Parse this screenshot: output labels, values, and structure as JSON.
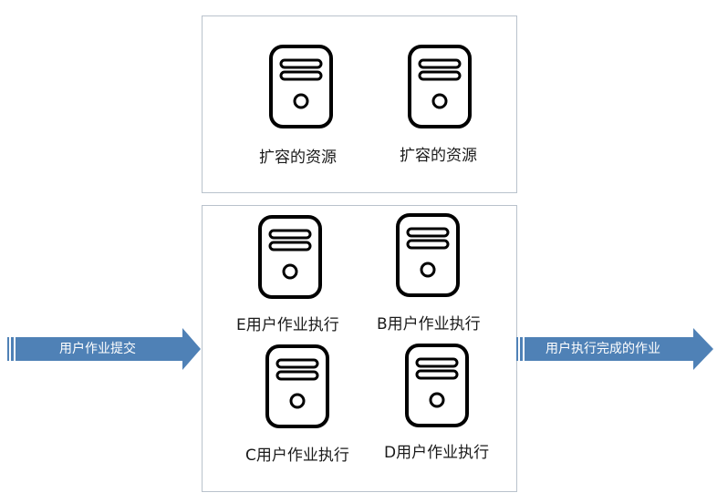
{
  "colors": {
    "arrow_fill": "#4f81b6",
    "box_border": "#b9c2cc",
    "server_stroke": "#000000"
  },
  "top_group": {
    "servers": [
      {
        "label": "扩容的资源",
        "icon": "server-icon"
      },
      {
        "label": "扩容的资源",
        "icon": "server-icon"
      }
    ]
  },
  "bottom_group": {
    "servers": [
      {
        "label": "E用户作业执行",
        "icon": "server-icon"
      },
      {
        "label": "B用户作业执行",
        "icon": "server-icon"
      },
      {
        "label": "C用户作业执行",
        "icon": "server-icon"
      },
      {
        "label": "D用户作业执行",
        "icon": "server-icon"
      }
    ]
  },
  "arrows": {
    "input": {
      "label": "用户作业提交"
    },
    "output": {
      "label": "用户执行完成的作业"
    }
  }
}
